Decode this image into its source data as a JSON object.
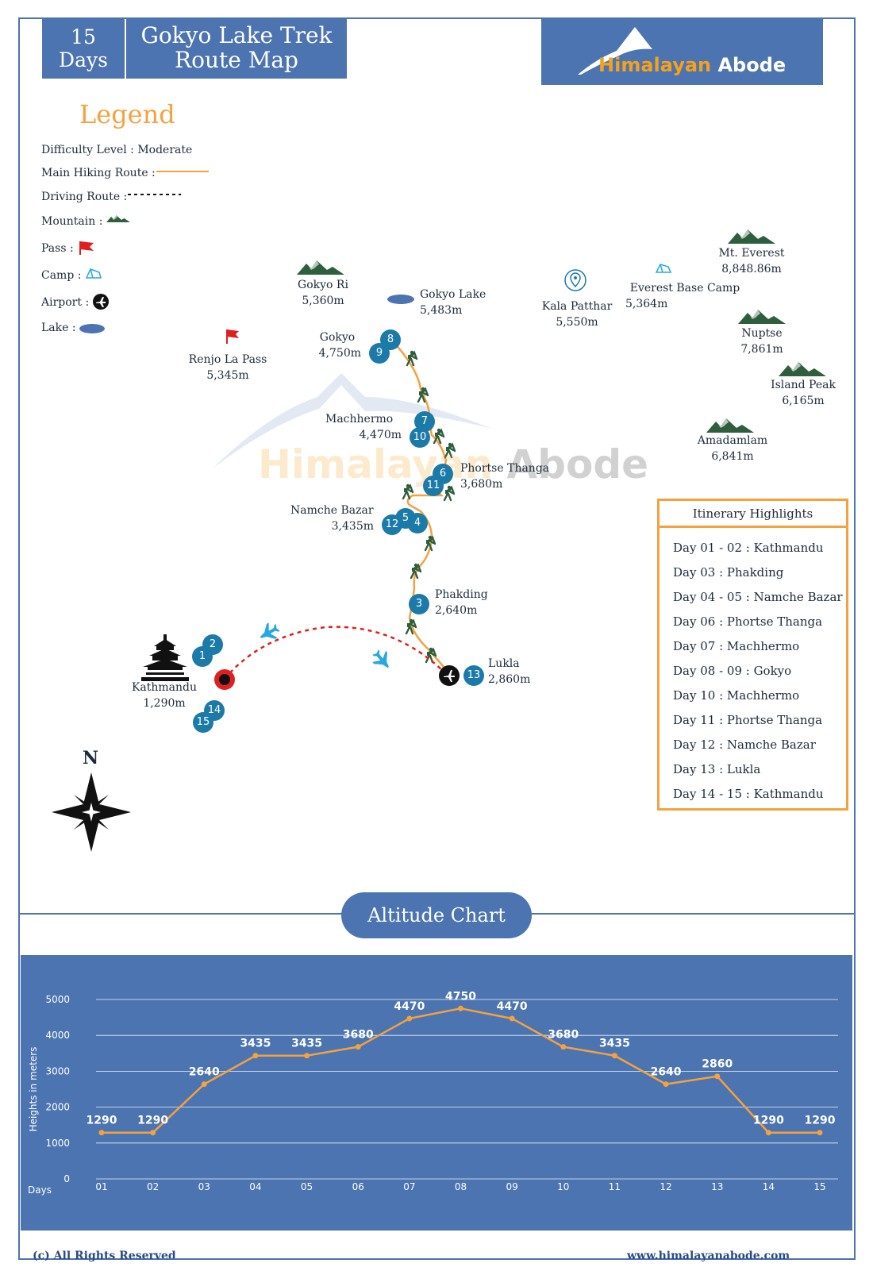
{
  "header": {
    "days_number": "15",
    "days_label": "Days",
    "title_line1": "Gokyo Lake Trek",
    "title_line2": "Route Map",
    "brand_part1": "Himalayan",
    "brand_part2": "Abode"
  },
  "watermark": {
    "part1": "Himalayan",
    "part2": "Abode"
  },
  "legend": {
    "title": "Legend",
    "difficulty_label": "Difficulty Level :",
    "difficulty_value": "Moderate",
    "main_route_label": "Main Hiking Route :",
    "driving_route_label": "Driving Route :",
    "mountain_label": "Mountain :",
    "pass_label": "Pass :",
    "camp_label": "Camp :",
    "airport_label": "Airport :",
    "lake_label": "Lake :"
  },
  "places": {
    "gokyo_ri": {
      "name": "Gokyo Ri",
      "alt": "5,360m"
    },
    "gokyo_lake": {
      "name": "Gokyo Lake",
      "alt": "5,483m"
    },
    "kala_patthar": {
      "name": "Kala Patthar",
      "alt": "5,550m"
    },
    "everest_bc": {
      "name": "Everest Base Camp",
      "alt": "5,364m"
    },
    "mt_everest": {
      "name": "Mt. Everest",
      "alt": "8,848.86m"
    },
    "nuptse": {
      "name": "Nuptse",
      "alt": "7,861m"
    },
    "island_peak": {
      "name": "Island Peak",
      "alt": "6,165m"
    },
    "amadamlam": {
      "name": "Amadamlam",
      "alt": "6,841m"
    },
    "renjo_la": {
      "name": "Renjo La Pass",
      "alt": "5,345m"
    },
    "gokyo": {
      "name": "Gokyo",
      "alt": "4,750m"
    },
    "machhermo": {
      "name": "Machhermo",
      "alt": "4,470m"
    },
    "phortse_thanga": {
      "name": "Phortse Thanga",
      "alt": "3,680m"
    },
    "namche_bazar": {
      "name": "Namche Bazar",
      "alt": "3,435m"
    },
    "phakding": {
      "name": "Phakding",
      "alt": "2,640m"
    },
    "lukla": {
      "name": "Lukla",
      "alt": "2,860m"
    },
    "kathmandu": {
      "name": "Kathmandu",
      "alt": "1,290m"
    }
  },
  "day_markers": [
    "1",
    "2",
    "3",
    "4",
    "5",
    "6",
    "7",
    "8",
    "9",
    "10",
    "11",
    "12",
    "13",
    "14",
    "15"
  ],
  "compass_label": "N",
  "itinerary": {
    "title": "Itinerary Highlights",
    "items": [
      "Day 01 - 02 : Kathmandu",
      "Day 03 : Phakding",
      "Day 04 - 05 : Namche Bazar",
      "Day 06 : Phortse Thanga",
      "Day 07 : Machhermo",
      "Day 08 - 09 : Gokyo",
      "Day 10 : Machhermo",
      "Day 11 : Phortse Thanga",
      "Day 12 : Namche Bazar",
      "Day 13 : Lukla",
      "Day 14 - 15 : Kathmandu"
    ]
  },
  "altitude_chart_title": "Altitude Chart",
  "chart_data": {
    "type": "line",
    "ylabel": "Heights in meters",
    "xlabel": "Days",
    "categories": [
      "01",
      "02",
      "03",
      "04",
      "05",
      "06",
      "07",
      "08",
      "09",
      "10",
      "11",
      "12",
      "13",
      "14",
      "15"
    ],
    "values": [
      1290,
      1290,
      2640,
      3435,
      3435,
      3680,
      4470,
      4750,
      4470,
      3680,
      3435,
      2640,
      2860,
      1290,
      1290
    ],
    "data_labels": [
      "1290",
      "1290",
      "2640",
      "3435",
      "3435",
      "3680",
      "4470",
      "4750",
      "4470",
      "3680",
      "3435",
      "2640",
      "2860",
      "1290",
      "1290"
    ],
    "yticks": [
      "0",
      "1000",
      "2000",
      "3000",
      "4000",
      "5000"
    ],
    "ylim": [
      0,
      5000
    ],
    "grid": true,
    "line_color": "#f4a140",
    "background": "#4c74b0"
  },
  "footer": {
    "copyright": "(c) All Rights Reserved",
    "website": "www.himalayanabode.com"
  },
  "colors": {
    "brand_blue": "#4c74b0",
    "route_orange": "#f4a140",
    "marker_blue": "#1b7aa8",
    "flight_red": "#e0201e",
    "plane_blue": "#29a8e0",
    "mountain_green": "#2e5e3e"
  }
}
